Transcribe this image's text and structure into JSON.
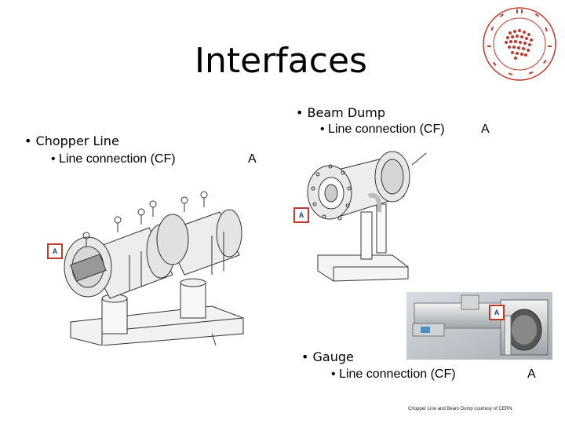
{
  "slide": {
    "title": "Interfaces",
    "chopper": {
      "heading": "• Chopper Line",
      "sub": "• Line connection (CF)",
      "letter": "A",
      "badge": "A"
    },
    "dump": {
      "heading": "• Beam Dump",
      "sub": "• Line connection (CF)",
      "letter": "A",
      "badge": "A"
    },
    "gauge": {
      "heading": "• Gauge",
      "sub": "• Line connection (CF)",
      "letter": "A",
      "badge": "A"
    },
    "credit": "Chopper Line and Beam Dump courtesy of CERN",
    "accent_color": "#c0392b",
    "badge_text_color": "#1f3d8a"
  }
}
